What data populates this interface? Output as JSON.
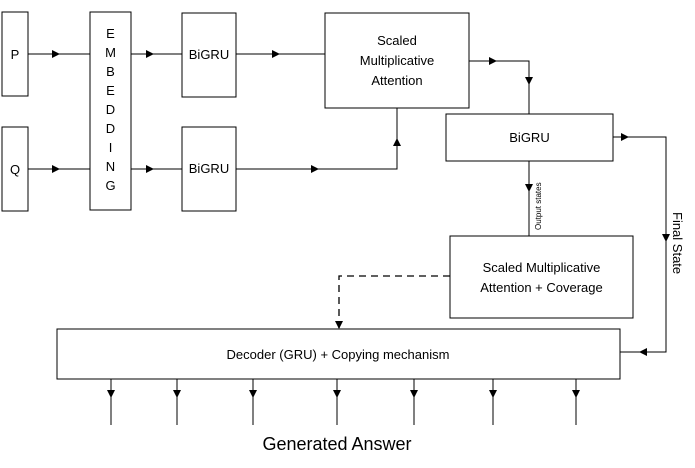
{
  "nodes": {
    "p": "P",
    "q": "Q",
    "embedding_letters": [
      "E",
      "M",
      "B",
      "E",
      "D",
      "D",
      "I",
      "N",
      "G"
    ],
    "bigru_top": "BiGRU",
    "bigru_bottom": "BiGRU",
    "attention": [
      "Scaled",
      "Multiplicative",
      "Attention"
    ],
    "bigru_right": "BiGRU",
    "coverage_attention": [
      "Scaled Multiplicative",
      "Attention + Coverage"
    ],
    "decoder": "Decoder (GRU) + Copying mechanism"
  },
  "edge_labels": {
    "output_states": "Output states",
    "final_state": "Final State"
  },
  "output_label": "Generated Answer"
}
